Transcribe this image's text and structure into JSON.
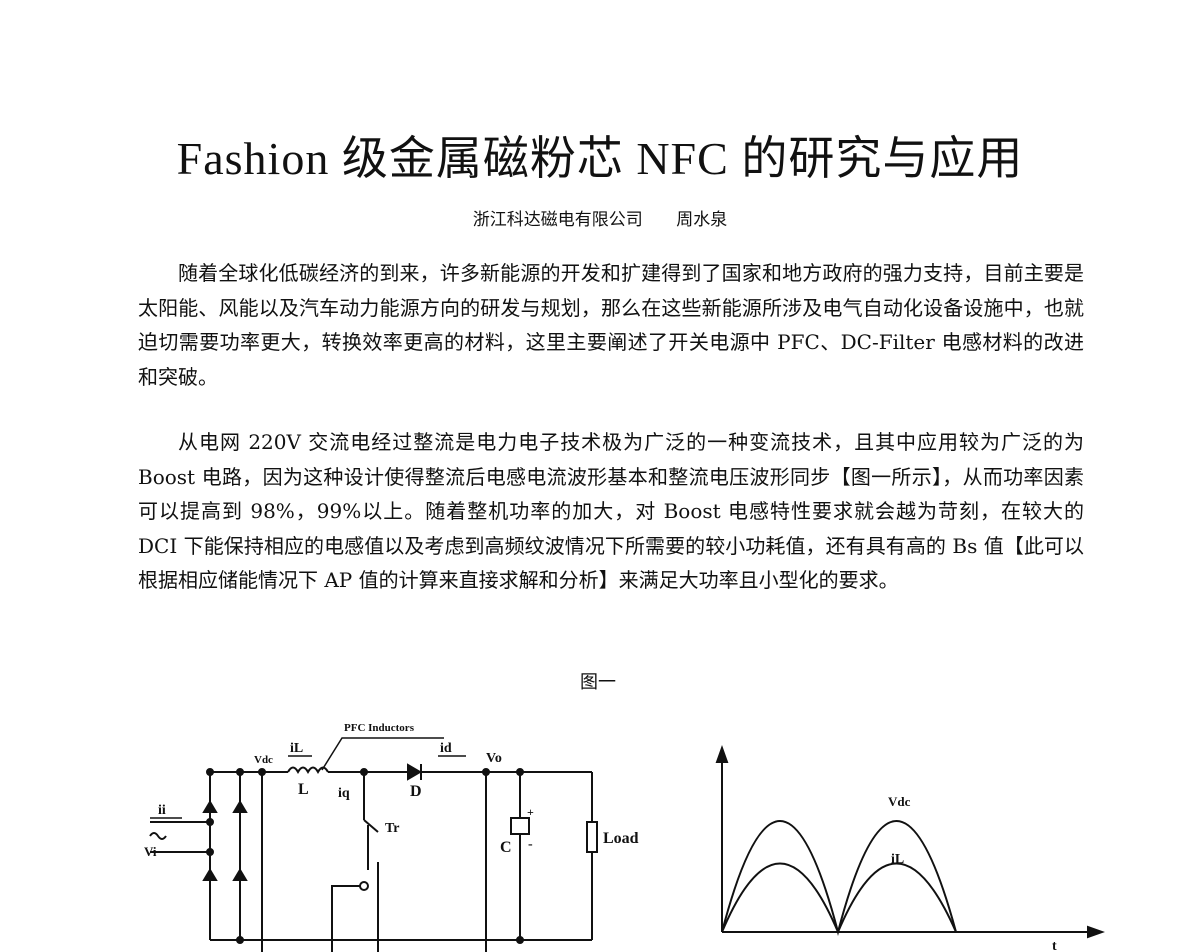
{
  "article": {
    "title": "Fashion 级金属磁粉芯 NFC 的研究与应用",
    "company": "浙江科达磁电有限公司",
    "author": "周水泉",
    "paragraphs": [
      "随着全球化低碳经济的到来，许多新能源的开发和扩建得到了国家和地方政府的强力支持，目前主要是太阳能、风能以及汽车动力能源方向的研发与规划，那么在这些新能源所涉及电气自动化设备设施中，也就迫切需要功率更大，转换效率更高的材料，这里主要阐述了开关电源中 PFC、DC-Filter 电感材料的改进和突破。",
      "从电网 220V 交流电经过整流是电力电子技术极为广泛的一种变流技术，且其中应用较为广泛的为 Boost 电路，因为这种设计使得整流后电感电流波形基本和整流电压波形同步【图一所示】，从而功率因素可以提高到 98%，99%以上。随着整机功率的加大，对 Boost 电感特性要求就会越为苛刻，在较大的 DCI 下能保持相应的电感值以及考虑到高频纹波情况下所需要的较小功耗值，还有具有高的 Bs 值【此可以根据相应储能情况下 AP 值的计算来直接求解和分析】来满足大功率且小型化的要求。"
    ]
  },
  "figure": {
    "caption": "图一",
    "circuit_labels": {
      "pfc_inductors": "PFC Inductors",
      "vdc": "Vdc",
      "il": "iL",
      "l": "L",
      "id": "id",
      "d": "D",
      "vo": "Vo",
      "ii": "ii",
      "vi": "Vi",
      "iq": "iq",
      "tr": "Tr",
      "c": "C",
      "plus": "+",
      "minus": "-",
      "load": "Load"
    },
    "waveform_labels": {
      "vdc": "Vdc",
      "il": "iL",
      "t": "t"
    }
  }
}
